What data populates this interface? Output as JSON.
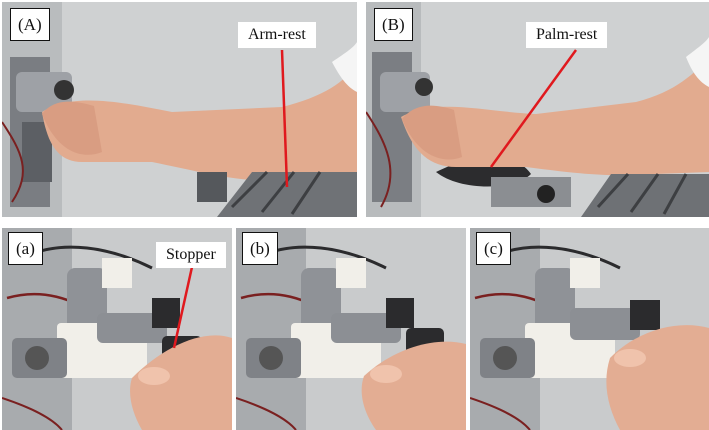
{
  "panels": {
    "A": {
      "label": "(A)",
      "callout": "Arm-rest"
    },
    "B": {
      "label": "(B)",
      "callout": "Palm-rest"
    },
    "a": {
      "label": "(a)",
      "callout": "Stopper"
    },
    "b": {
      "label": "(b)"
    },
    "c": {
      "label": "(c)"
    }
  },
  "colors": {
    "pointer_line": "#e0191e",
    "wall": "#c9cbcc",
    "skin": "#e3ad93",
    "metal": "#8a8d92",
    "frame_white": "#f1efe9",
    "dark_part": "#2b2b2d",
    "sleeve_white": "#f7f7f7"
  }
}
